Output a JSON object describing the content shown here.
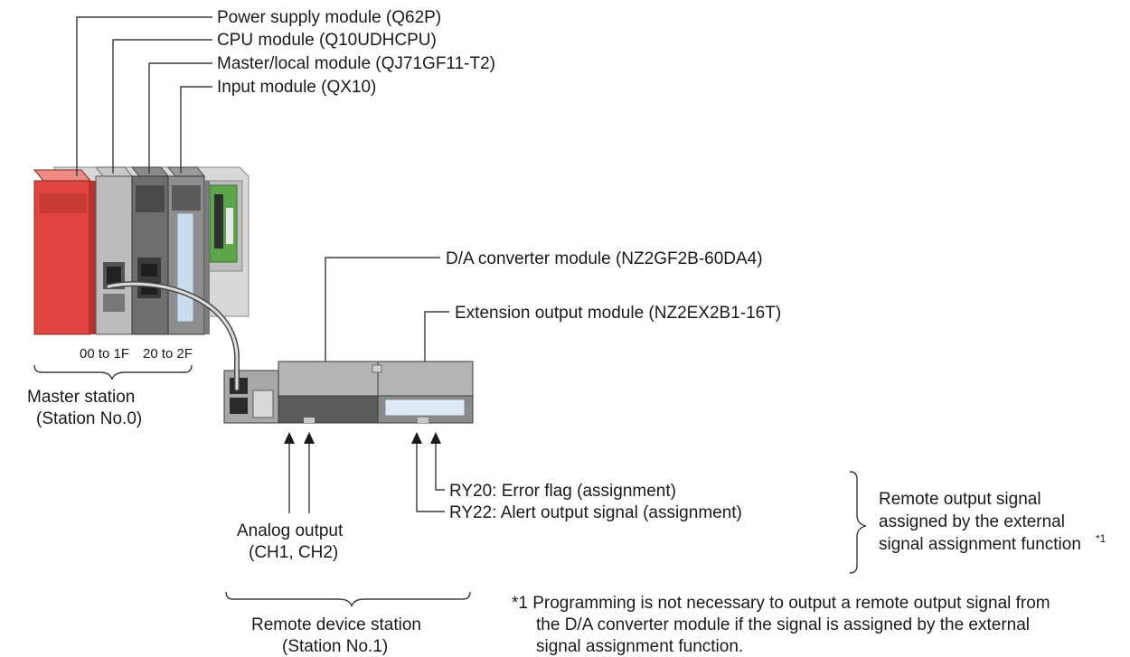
{
  "callouts": {
    "power_supply": "Power supply module (Q62P)",
    "cpu": "CPU module (Q10UDHCPU)",
    "master_local": "Master/local module (QJ71GF11-T2)",
    "input": "Input module (QX10)",
    "da_converter": "D/A converter module (NZ2GF2B-60DA4)",
    "extension_output": "Extension output module (NZ2EX2B1-16T)"
  },
  "master": {
    "range_1": "00 to 1F",
    "range_2": "20 to 2F",
    "label_line1": "Master station",
    "label_line2": "(Station No.0)"
  },
  "signals": {
    "ry20": "RY20: Error flag (assignment)",
    "ry22": "RY22: Alert output signal (assignment)",
    "analog_line1": "Analog output",
    "analog_line2": "(CH1, CH2)"
  },
  "remote_output": {
    "line1": "Remote output signal",
    "line2": "assigned by the external",
    "line3": "signal assignment function",
    "superscript": "*1"
  },
  "remote_station": {
    "label_line1": "Remote device station",
    "label_line2": "(Station No.1)"
  },
  "footnote": {
    "line1": "*1 Programming is not necessary to output a remote output signal from",
    "line2": "the D/A converter module if the signal is assigned by the external",
    "line3": "signal assignment function."
  },
  "colors": {
    "power_module_red": "#e0453f",
    "module_gray": "#9a9a9a",
    "module_dark": "#4a4a4a",
    "rack_gray": "#cfcfcf",
    "pcb_green": "#5ba64a",
    "io_strip_blue": "#c9dcec"
  },
  "icons": [
    "plc-rack-illustration",
    "remote-io-unit-illustration",
    "ethernet-cable",
    "up-arrow"
  ]
}
